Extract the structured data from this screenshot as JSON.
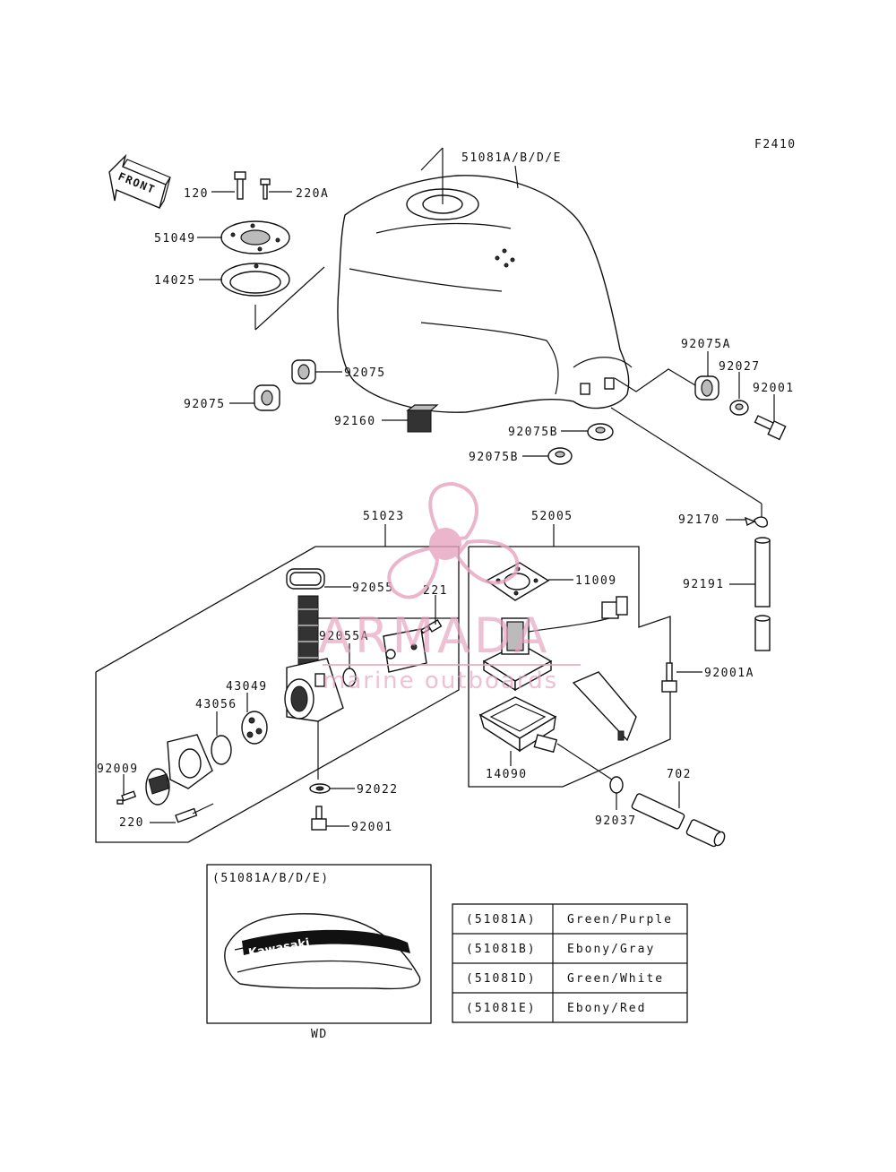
{
  "figure_code": "F2410",
  "front_label": "FRONT",
  "callouts": {
    "tank": "51081A/B/D/E",
    "bolt_120": "120",
    "screw_220A": "220A",
    "cap_51049": "51049",
    "gasket_14025": "14025",
    "damper_92075_top": "92075",
    "damper_92075_left": "92075",
    "block_92160": "92160",
    "damper_92075A": "92075A",
    "collar_92027": "92027",
    "bolt_92001_top": "92001",
    "damper_92075B_a": "92075B",
    "damper_92075B_b": "92075B",
    "valve_51023": "51023",
    "gauge_52005": "52005",
    "clamp_92170": "92170",
    "gasket_11009": "11009",
    "oring_92055": "92055",
    "screw_221": "221",
    "hose_92191": "92191",
    "oring_92055A": "92055A",
    "bolt_92001A": "92001A",
    "part_43049": "43049",
    "oring_43056": "43056",
    "screw_92009": "92009",
    "washer_92022": "92022",
    "float_14090": "14090",
    "hose_702": "702",
    "screw_220": "220",
    "bolt_92001_bottom": "92001",
    "clamp_92037": "92037"
  },
  "inset": {
    "title": "(51081A/B/D/E)",
    "logo_text": "Kawasaki",
    "caption": "WD"
  },
  "color_table": [
    {
      "code": "(51081A)",
      "color": "Green/Purple"
    },
    {
      "code": "(51081B)",
      "color": "Ebony/Gray"
    },
    {
      "code": "(51081D)",
      "color": "Green/White"
    },
    {
      "code": "(51081E)",
      "color": "Ebony/Red"
    }
  ],
  "watermark": {
    "brand": "ARMADA",
    "tagline": "marine outboards",
    "color": "#e7a3bf"
  }
}
